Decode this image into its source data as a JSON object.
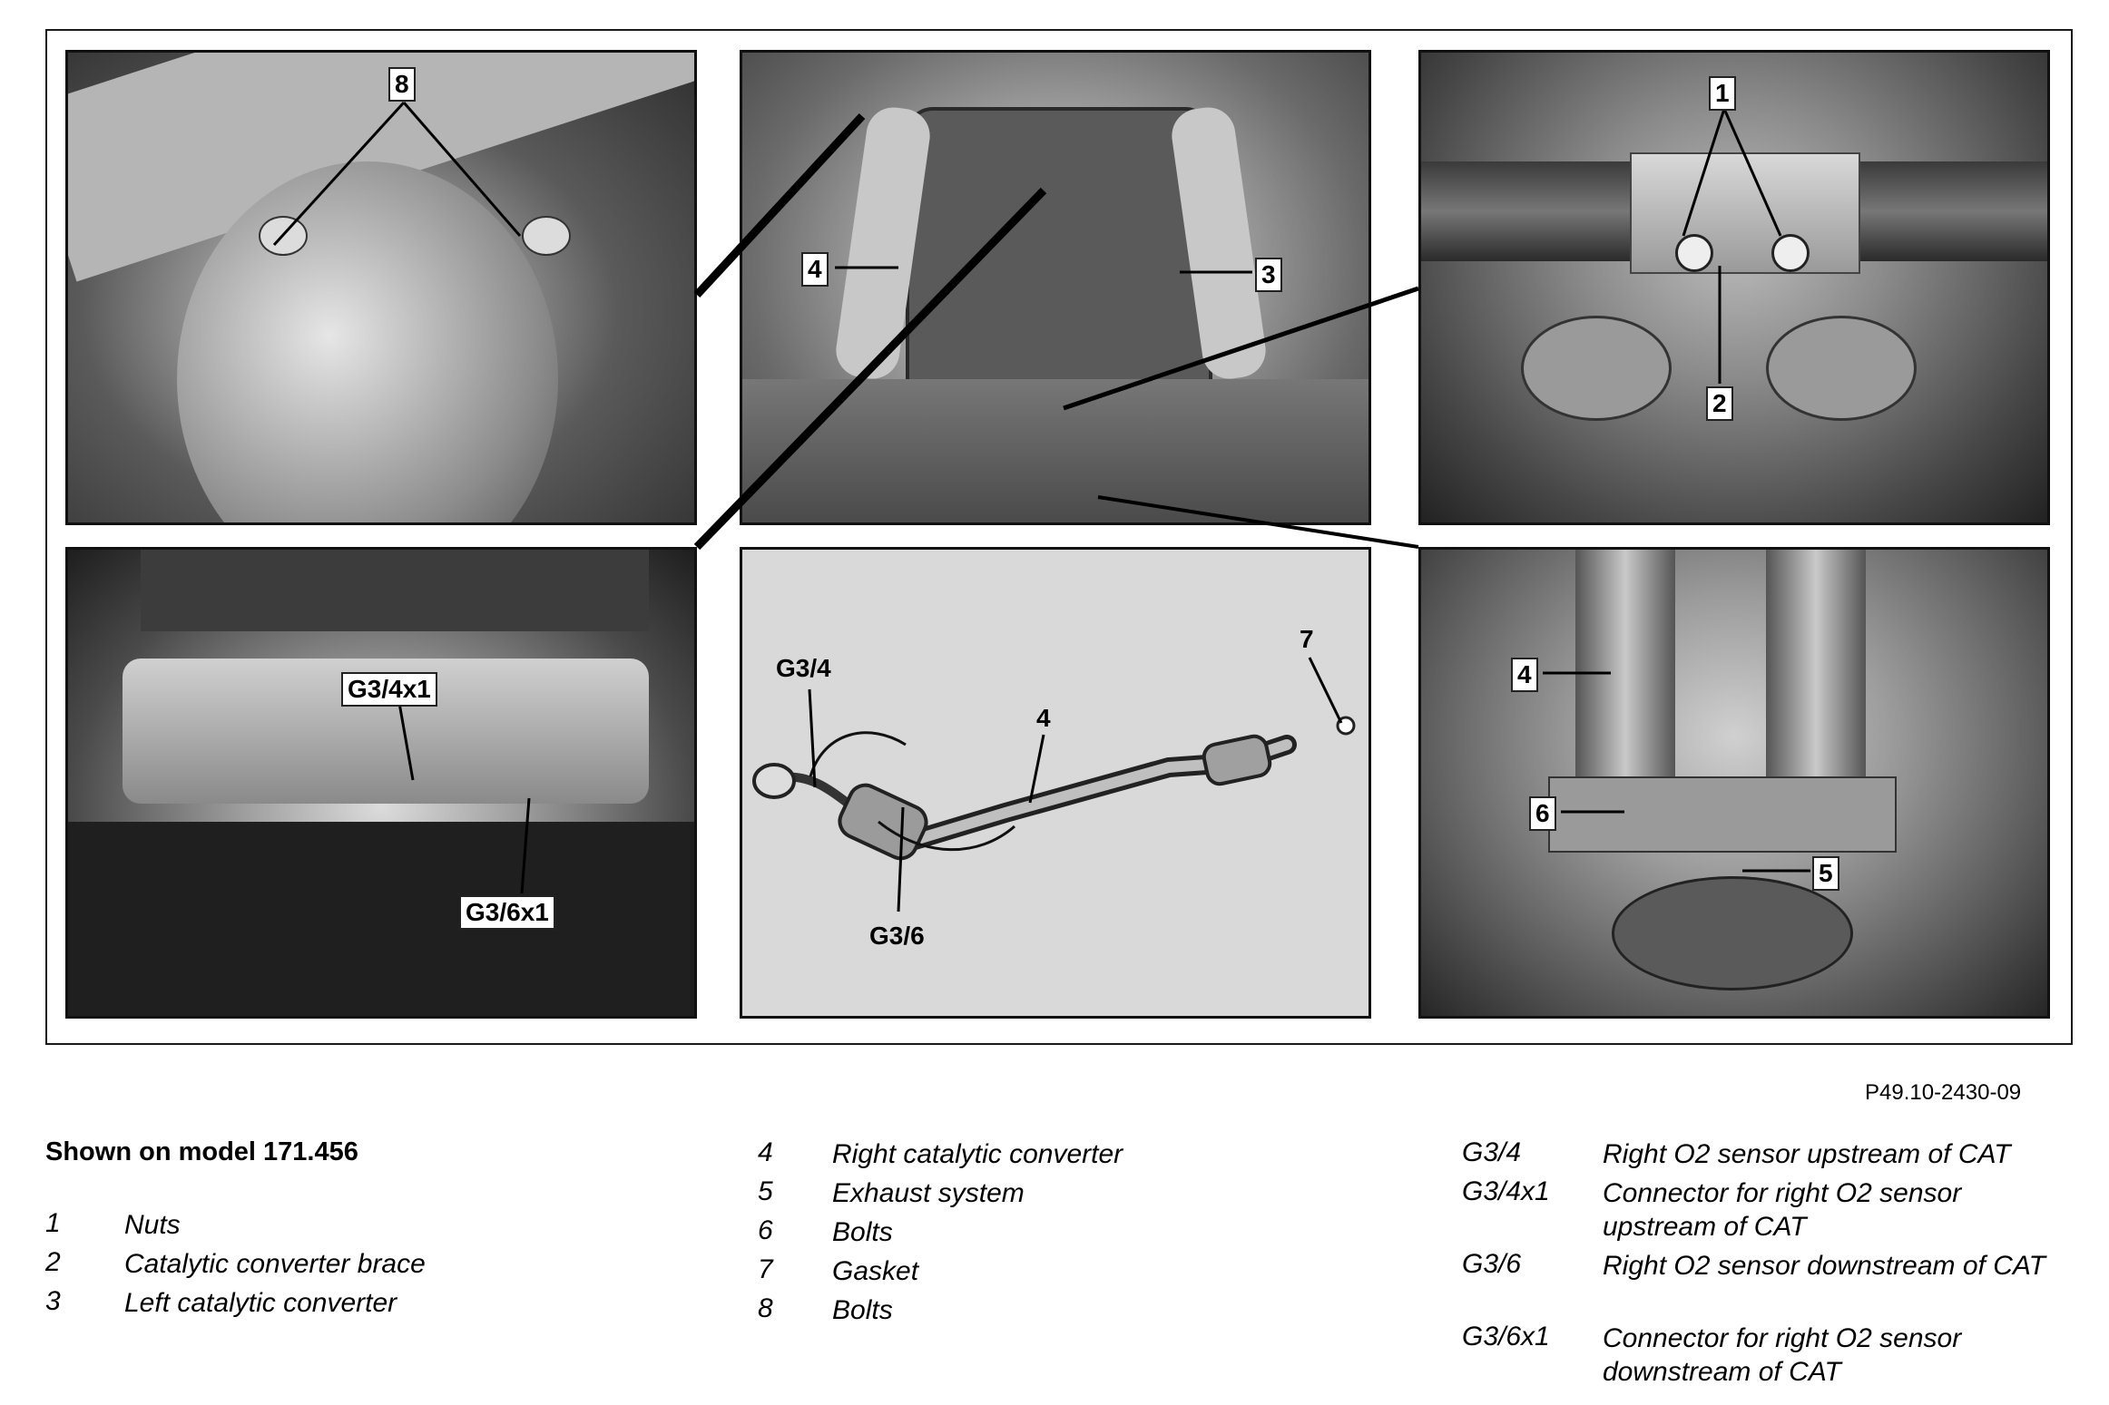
{
  "figure": {
    "reference_code": "P49.10-2430-09",
    "callouts": {
      "p1_8": "8",
      "p2_4": "4",
      "p2_3": "3",
      "p3_1": "1",
      "p3_2": "2",
      "p4_g34x1": "G3/4x1",
      "p4_g36x1": "G3/6x1",
      "p5_g34": "G3/4",
      "p5_4": "4",
      "p5_7": "7",
      "p5_g36": "G3/6",
      "p6_4": "4",
      "p6_6": "6",
      "p6_5": "5"
    }
  },
  "legend": {
    "title": "Shown on model 171.456",
    "column1": [
      {
        "key": "1",
        "label": "Nuts"
      },
      {
        "key": "2",
        "label": "Catalytic converter brace"
      },
      {
        "key": "3",
        "label": "Left catalytic converter"
      }
    ],
    "column2": [
      {
        "key": "4",
        "label": "Right catalytic converter"
      },
      {
        "key": "5",
        "label": "Exhaust system"
      },
      {
        "key": "6",
        "label": "Bolts"
      },
      {
        "key": "7",
        "label": "Gasket"
      },
      {
        "key": "8",
        "label": "Bolts"
      }
    ],
    "column3": [
      {
        "key": "G3/4",
        "label": "Right O2 sensor upstream of CAT"
      },
      {
        "key": "G3/4x1",
        "label": "Connector for right O2 sensor upstream of CAT"
      },
      {
        "key": "G3/6",
        "label": "Right O2 sensor downstream of CAT"
      },
      {
        "key": "G3/6x1",
        "label": "Connector for right O2 sensor downstream of CAT"
      }
    ]
  }
}
